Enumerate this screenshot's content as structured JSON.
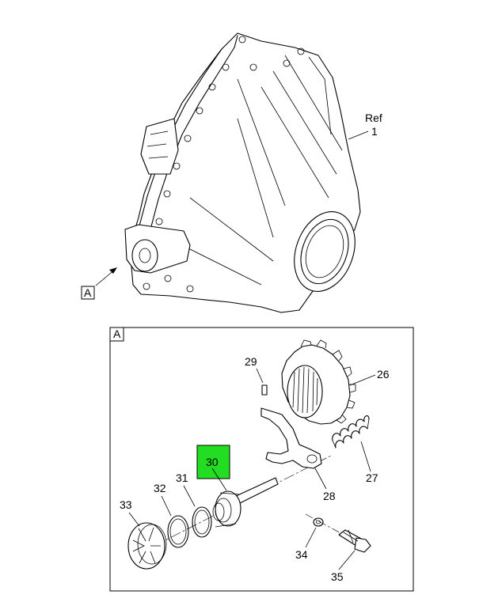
{
  "diagram": {
    "colors": {
      "line": "#000000",
      "highlight": "#22dd22",
      "background": "#ffffff"
    },
    "callouts": {
      "ref_word": "Ref",
      "ref_num": "1",
      "view_a_pointer": "A",
      "view_a_box": "A",
      "p26": "26",
      "p27": "27",
      "p28": "28",
      "p29": "29",
      "p30": "30",
      "p31": "31",
      "p32": "32",
      "p33": "33",
      "p34": "34",
      "p35": "35"
    },
    "highlighted_part": "30"
  }
}
